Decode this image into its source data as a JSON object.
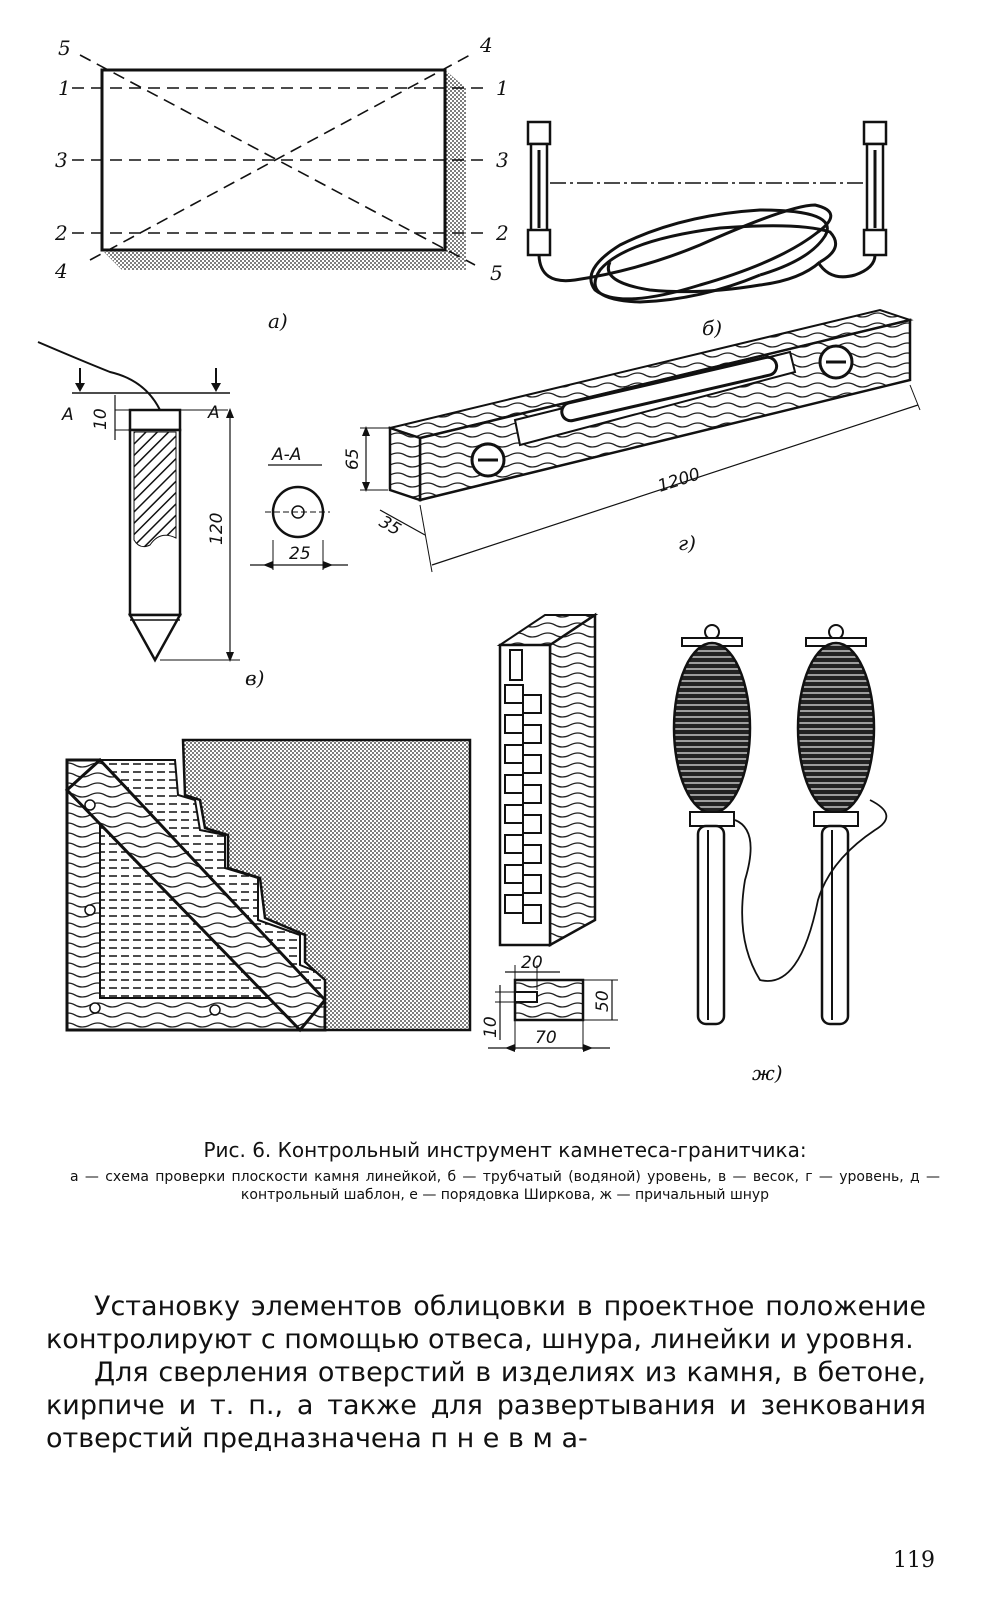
{
  "figure": {
    "panel_labels": {
      "a": "а)",
      "b": "б)",
      "v": "в)",
      "g": "г)",
      "zh": "ж)"
    },
    "ruler_marks": {
      "one": "1",
      "two": "2",
      "three": "3",
      "four": "4",
      "five": "5"
    },
    "section_marks": {
      "a_mark": "А",
      "section_title": "А-А"
    },
    "dimensions": {
      "weight_top": "10",
      "weight_length": "120",
      "weight_diameter": "25",
      "level_height": "65",
      "level_width": "35",
      "level_length": "1200",
      "template_notch": "20",
      "template_height": "50",
      "template_base": "10",
      "template_width": "70"
    }
  },
  "caption": {
    "title": "Рис. 6. Контрольный инструмент камнетеса-гранитчика:",
    "legend": "а — схема проверки плоскости камня линейкой, б — трубчатый (водяной) уровень, в — весок, г — уровень, д — контрольный шаблон, е — порядовка Ширкова, ж — причальный шнур"
  },
  "body": {
    "paragraph_1": "Установку элементов облицовки в проектное положение контролируют с помощью отвеса, шнура, линейки и уровня.",
    "paragraph_2": "Для сверления отверстий в изделиях из камня, в бетоне, кирпиче и т. п., а также для развертывания и зенкования отверстий предназначена п н е в м а-"
  },
  "page_number": "119"
}
